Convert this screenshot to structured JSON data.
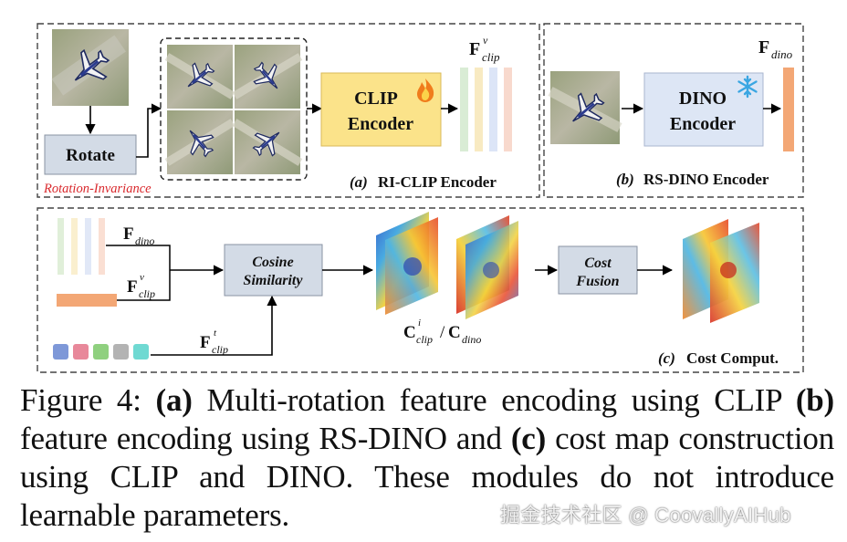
{
  "panel_a": {
    "rotate_label": "Rotate",
    "invariance_label": "Rotation-Invariance",
    "encoder_line1": "CLIP",
    "encoder_line2": "Encoder",
    "feature_main": "F",
    "feature_sup": "v",
    "feature_sub": "clip",
    "title_letter": "(a)",
    "title_text": "RI-CLIP Encoder"
  },
  "panel_b": {
    "encoder_line1": "DINO",
    "encoder_line2": "Encoder",
    "feature_main": "F",
    "feature_sub": "dino",
    "title_letter": "(b)",
    "title_text": "RS-DINO Encoder"
  },
  "panel_c": {
    "fdino_main": "F",
    "fdino_sub": "dino",
    "fclipv_main": "F",
    "fclipv_sup": "v",
    "fclipv_sub": "clip",
    "fclipt_main": "F",
    "fclipt_sup": "t",
    "fclipt_sub": "clip",
    "cosine_line1": "Cosine",
    "cosine_line2": "Similarity",
    "fusion_line1": "Cost",
    "fusion_line2": "Fusion",
    "cost_c1": "C",
    "cost_c1_sup": "i",
    "cost_c1_sub": "clip",
    "cost_sep": "/",
    "cost_c2": "C",
    "cost_c2_sub": "dino",
    "title_letter": "(c)",
    "title_text": "Cost Comput."
  },
  "caption": {
    "figure_label": "Figure 4: ",
    "a_marker": "(a)",
    "text1": " Multi-rotation feature encoding using CLIP ",
    "b_marker": "(b)",
    "text2": " feature encoding using RS-DINO and ",
    "c_marker": "(c)",
    "text3": " cost map construction using CLIP and DINO. These modules do not introduce learnable parameters."
  },
  "watermark": "掘金技术社区 @ CoovallyAIHub",
  "colors": {
    "encoder_clip": "#fbe38a",
    "encoder_dino": "#dde6f5",
    "gray_box": "#d3dbe6",
    "rotation_red": "#d9282c",
    "feature_orange": "#f3a775",
    "tokens": [
      "#7e98d8",
      "#e8889a",
      "#8fd07f",
      "#b3b3b3",
      "#6fd9d2"
    ]
  },
  "icons": [
    "fire-icon",
    "snowflake-icon",
    "airplane-image",
    "cost-map-heatmap"
  ]
}
